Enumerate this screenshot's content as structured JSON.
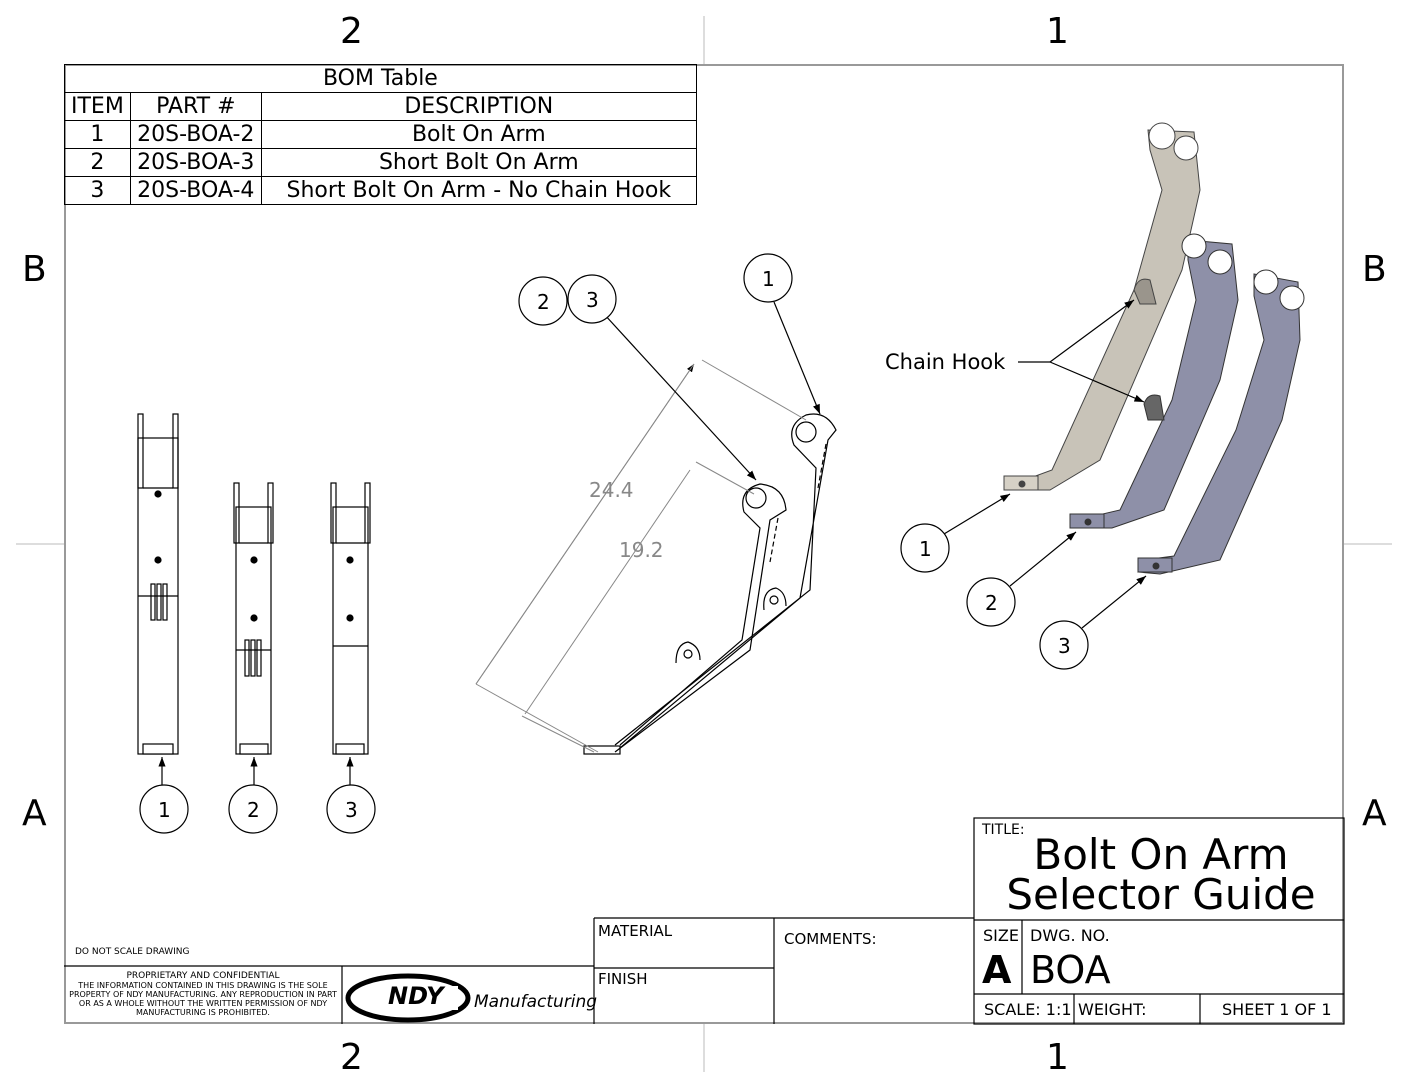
{
  "zones": {
    "top": [
      "2",
      "1"
    ],
    "bottom": [
      "2",
      "1"
    ],
    "left": [
      "B",
      "A"
    ],
    "right": [
      "B",
      "A"
    ]
  },
  "bom": {
    "title": "BOM Table",
    "headers": [
      "ITEM",
      "PART #",
      "DESCRIPTION"
    ],
    "rows": [
      [
        "1",
        "20S-BOA-2",
        "Bolt On Arm"
      ],
      [
        "2",
        "20S-BOA-3",
        "Short Bolt On Arm"
      ],
      [
        "3",
        "20S-BOA-4",
        "Short Bolt On Arm - No Chain Hook"
      ]
    ]
  },
  "front_view_balloons": [
    "1",
    "2",
    "3"
  ],
  "side_view": {
    "balloons": [
      "2",
      "3",
      "1"
    ],
    "dimensions": [
      "24.4",
      "19.2"
    ]
  },
  "iso_view": {
    "annotation": "Chain Hook",
    "balloons": [
      "1",
      "2",
      "3"
    ]
  },
  "title_block": {
    "title_label": "TITLE:",
    "title_line1": "Bolt On Arm",
    "title_line2": "Selector Guide",
    "size_label": "SIZE",
    "size_value": "A",
    "dwg_label": "DWG.  NO.",
    "dwg_value": "BOA",
    "scale": "SCALE: 1:1",
    "weight": "WEIGHT:",
    "sheet": "SHEET 1 OF 1",
    "material_label": "MATERIAL",
    "finish_label": "FINISH",
    "comments_label": "COMMENTS:",
    "do_not_scale": "DO NOT SCALE DRAWING",
    "proprietary_title": "PROPRIETARY AND CONFIDENTIAL",
    "proprietary_text": "THE INFORMATION CONTAINED IN THIS DRAWING IS THE SOLE PROPERTY OF NDY MANUFACTURING. ANY REPRODUCTION IN PART OR AS A WHOLE WITHOUT THE WRITTEN PERMISSION OF NDY MANUFACTURING IS PROHIBITED.",
    "logo_text": "NDY",
    "logo_sub": "Manufacturing"
  }
}
